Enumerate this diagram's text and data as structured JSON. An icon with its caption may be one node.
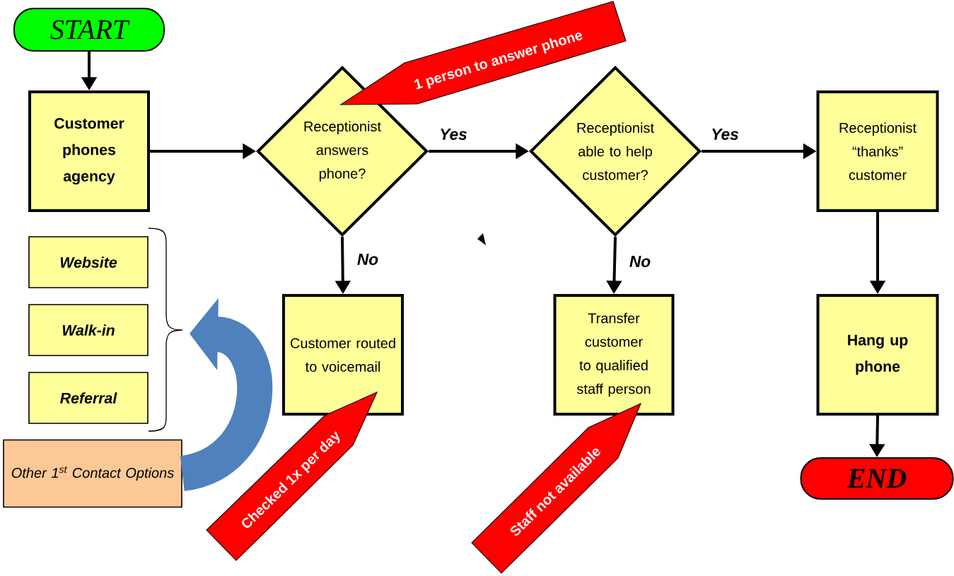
{
  "diagram": {
    "nodes": [
      {
        "text": [
          "START"
        ]
      },
      {
        "text": [
          "Customer phones agency"
        ]
      },
      {
        "text": [
          "Receptionist answers phone?"
        ]
      },
      {
        "text": [
          "Receptionist able to help customer?"
        ]
      },
      {
        "text": [
          "Receptionist “thanks” customer"
        ]
      },
      {
        "text": [
          "1 person to answer phone"
        ]
      },
      {
        "text": [
          "Website"
        ]
      },
      {
        "text": [
          "Customer routed to voicemail"
        ]
      },
      {
        "text": [
          "Transfer customer to qualified staff person"
        ]
      },
      {
        "text": [
          "Hang up phone"
        ]
      },
      {
        "text": [
          "Walk-in"
        ]
      },
      {
        "text": [
          "Referral"
        ]
      },
      {
        "text": [
          "Other 1$^{st}$ Contact Options"
        ]
      },
      {
        "text": [
          "Checked 1x per day"
        ]
      },
      {
        "text": [
          "Staff not available"
        ]
      },
      {
        "text": [
          "END"
        ]
      }
    ],
    "edges": [
      {
        "from": 0,
        "to": 1,
        "arrow": "to"
      },
      {
        "from": 1,
        "to": 2,
        "arrow": "to"
      },
      {
        "from": 2,
        "to": 3,
        "arrow": "to",
        "label": "Yes"
      },
      {
        "from": 3,
        "to": 4,
        "arrow": "to",
        "label": "Yes"
      },
      {
        "from": 2,
        "to": 7,
        "arrow": "to",
        "label": "No"
      },
      {
        "from": 3,
        "to": 8,
        "arrow": "to",
        "label": "No"
      },
      {
        "from": 4,
        "to": 9,
        "arrow": "to"
      },
      {
        "from": 9,
        "to": 15,
        "arrow": "to"
      },
      {
        "from": 12,
        "to": null,
        "arrow": "to",
        "style": "thick",
        "color": "#4f81bd"
      }
    ]
  }
}
